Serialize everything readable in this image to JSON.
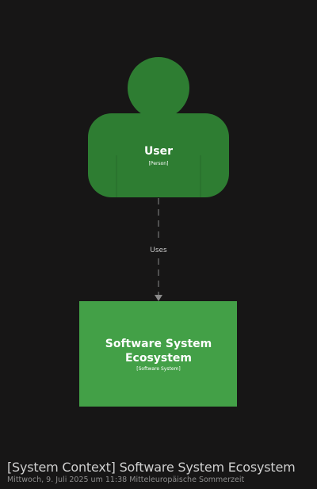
{
  "diagram": {
    "title": "[System Context] Software System Ecosystem",
    "subtitle": "Mittwoch, 9. Juli 2025 um 11:38 Mitteleuropäische Sommerzeit",
    "colors": {
      "background": "#171616",
      "person": "#2e7d32",
      "software_system": "#43a047",
      "text": "#ffffff",
      "edge": "#8a8a8a",
      "edge_label": "#c8c8c8"
    },
    "nodes": {
      "user": {
        "name": "User",
        "type": "[Person]"
      },
      "system": {
        "name_line1": "Software System",
        "name_line2": "Ecosystem",
        "type": "[Software System]"
      }
    },
    "edges": [
      {
        "from": "User",
        "to": "Software System Ecosystem",
        "label": "Uses"
      }
    ]
  }
}
